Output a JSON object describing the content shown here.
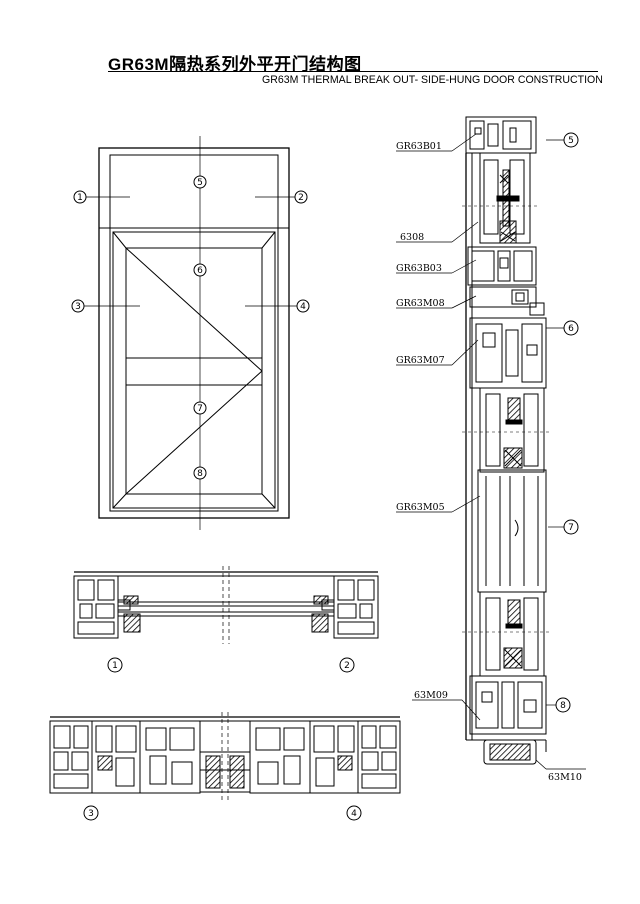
{
  "header": {
    "title_cn": "GR63M隔热系列外平开门结构图",
    "title_en": "GR63M THERMAL BREAK OUT- SIDE-HUNG DOOR CONSTRUCTION"
  },
  "elevation": {
    "callouts": [
      "1",
      "2",
      "3",
      "4",
      "5",
      "6",
      "7",
      "8"
    ]
  },
  "vertical_section": {
    "profile_labels": [
      "GR63B01",
      "6308",
      "GR63B03",
      "GR63M08",
      "GR63M07",
      "GR63M05",
      "63M09",
      "63M10"
    ],
    "callouts": [
      "5",
      "6",
      "7",
      "8"
    ]
  },
  "horizontal_sections": {
    "callouts": [
      "1",
      "2",
      "3",
      "4"
    ]
  }
}
